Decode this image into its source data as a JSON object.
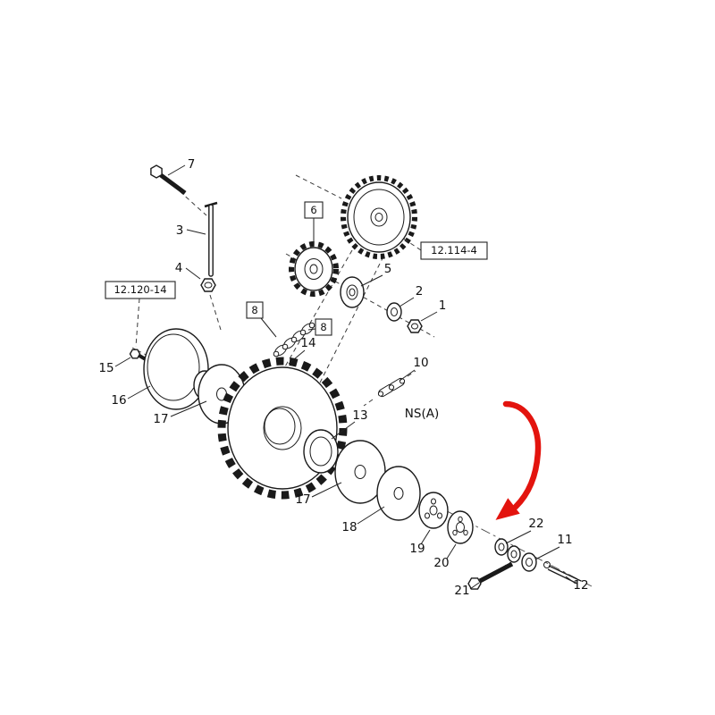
{
  "diagram": {
    "type": "exploded-parts-diagram",
    "colors": {
      "line": "#1a1a1a",
      "highlight_arrow": "#e3140e",
      "background": "#ffffff"
    }
  },
  "labels": {
    "p1": "1",
    "p2": "2",
    "p3": "3",
    "p4": "4",
    "p5": "5",
    "p7": "7",
    "p10": "10",
    "p11": "11",
    "p12": "12",
    "p13": "13",
    "p14": "14",
    "p15": "15",
    "p16": "16",
    "p17a": "17",
    "p17b": "17",
    "p18": "18",
    "p19": "19",
    "p20": "20",
    "p21": "21",
    "p22": "22"
  },
  "boxes": {
    "b6": "6",
    "b8a": "8",
    "b8b": "8"
  },
  "refs": {
    "r114": "12.114-4",
    "r120": "12.120-14"
  },
  "notes": {
    "nsa": "NS(A)"
  }
}
